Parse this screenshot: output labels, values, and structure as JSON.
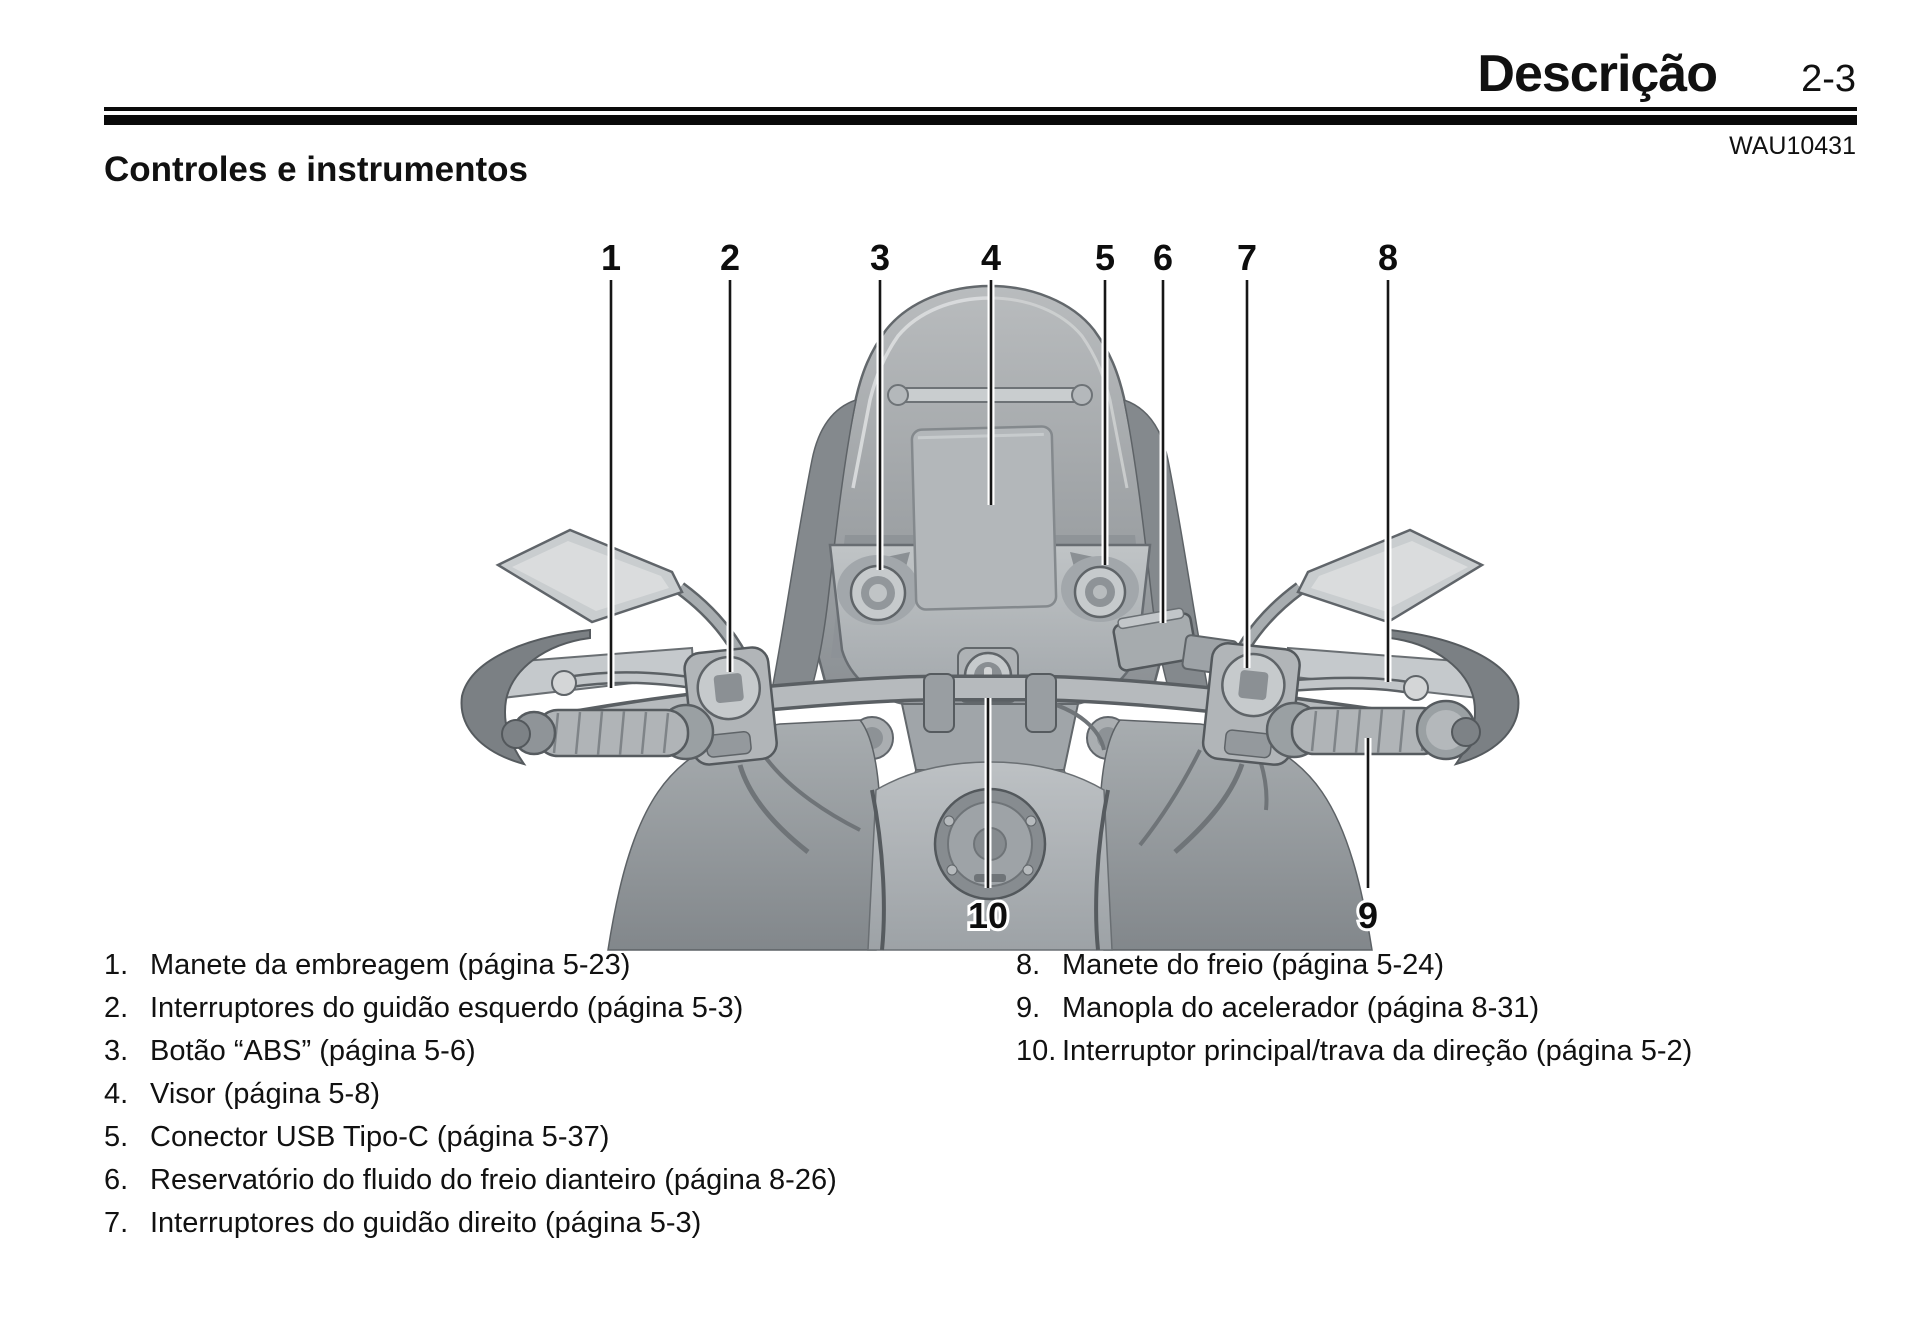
{
  "header": {
    "section_title": "Descrição",
    "page_number": "2-3",
    "doc_code": "WAU10431"
  },
  "content": {
    "heading": "Controles e instrumentos"
  },
  "figure": {
    "description": "Vista frontal do guidão da motocicleta com chamadas numeradas",
    "callouts": {
      "n1": "1",
      "n2": "2",
      "n3": "3",
      "n4": "4",
      "n5": "5",
      "n6": "6",
      "n7": "7",
      "n8": "8",
      "n9": "9",
      "n10": "10"
    }
  },
  "legend": {
    "left": [
      {
        "num": "1.",
        "text": "Manete da embreagem (página 5-23)"
      },
      {
        "num": "2.",
        "text": "Interruptores do guidão esquerdo (página 5-3)"
      },
      {
        "num": "3.",
        "text": "Botão “ABS” (página 5-6)"
      },
      {
        "num": "4.",
        "text": "Visor (página 5-8)"
      },
      {
        "num": "5.",
        "text": "Conector USB Tipo-C (página 5-37)"
      },
      {
        "num": "6.",
        "text": "Reservatório do fluido do freio dianteiro (página 8-26)"
      },
      {
        "num": "7.",
        "text": "Interruptores do guidão direito (página 5-3)"
      }
    ],
    "right": [
      {
        "num": "8.",
        "text": "Manete do freio (página 5-24)"
      },
      {
        "num": "9.",
        "text": "Manopla do acelerador (página 8-31)"
      },
      {
        "num": "10.",
        "text": "Interruptor principal/trava da direção (página 5-2)"
      }
    ]
  }
}
